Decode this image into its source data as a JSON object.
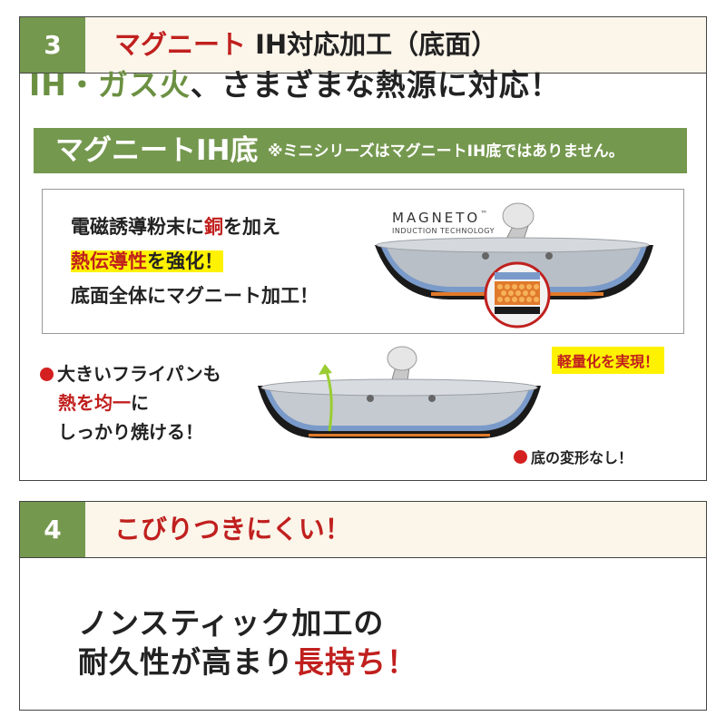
{
  "section3": {
    "number": "3",
    "title_highlight": "マグニート",
    "title_rest": " IH対応加工（底面）",
    "subtitle_green": "IH・ガス火",
    "subtitle_rest": "、さまざまな熱源に対応！",
    "banner_title": "マグニートIH底",
    "banner_note": "※ミニシリーズはマグニートIH底ではありません。",
    "feature_1a": "電磁誘導粉末に",
    "feature_1b": "銅",
    "feature_1c": "を加え",
    "feature_2a": "熱伝導性",
    "feature_2b": "を強化！",
    "feature_3": "底面全体にマグニート加工！",
    "logo_main": "MAGNETO",
    "logo_tm": "™",
    "logo_sub": "INDUCTION TECHNOLOGY",
    "lower_1": "大きいフライパンも",
    "lower_2a": "熱を均一",
    "lower_2b": "に",
    "lower_3": "しっかり焼ける！",
    "lightweight_badge": "軽量化を実現！",
    "no_deform": "底の変形なし！"
  },
  "section4": {
    "number": "4",
    "title": "こびりつきにくい！",
    "line_1": "ノンスティック加工の",
    "line_2a": "耐久性が高まり",
    "line_2b": "長持ち！"
  },
  "colors": {
    "green": "#75984f",
    "red": "#c0201e",
    "highlight": "#fff200",
    "header_bg": "#fbf5ea",
    "copper": "#e07a2a",
    "induction_blue": "#7a9ac9"
  },
  "icons": {
    "bullet": "red-dot-icon",
    "arrow": "curved-up-arrow-icon"
  }
}
